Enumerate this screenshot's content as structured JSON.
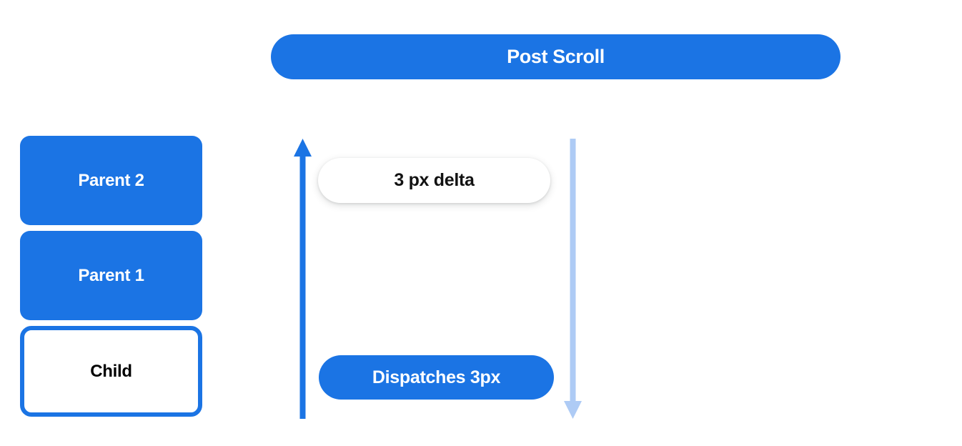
{
  "header": {
    "title": "Post Scroll"
  },
  "stack": {
    "items": [
      {
        "label": "Parent 2",
        "style": "filled",
        "name": "parent-2-box"
      },
      {
        "label": "Parent 1",
        "style": "filled",
        "name": "parent-1-box"
      },
      {
        "label": "Child",
        "style": "outlined",
        "name": "child-box"
      }
    ]
  },
  "arrows": {
    "up": {
      "name": "scroll-up-arrow",
      "direction": "up",
      "color": "#1b74e4"
    },
    "down": {
      "name": "scroll-down-arrow",
      "direction": "down",
      "color": "#aecbf5"
    }
  },
  "annotations": {
    "delta": {
      "label": "3 px delta"
    },
    "dispatch": {
      "label": "Dispatches 3px"
    }
  },
  "colors": {
    "brand_blue": "#1b74e4",
    "light_blue": "#aecbf5",
    "white": "#ffffff",
    "text_dark": "#121212"
  }
}
